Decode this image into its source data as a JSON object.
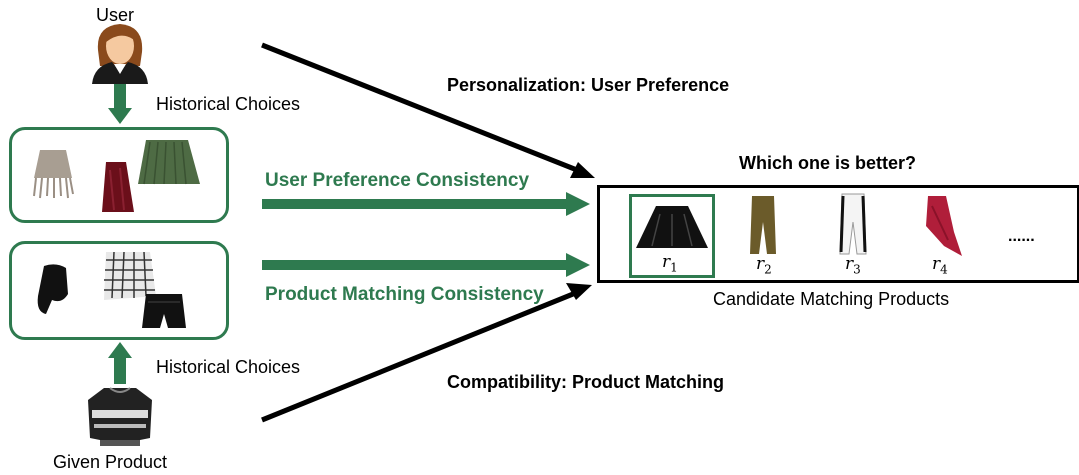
{
  "user_label": "User",
  "given_product_label": "Given Product",
  "historical_choices_top": "Historical Choices",
  "historical_choices_bottom": "Historical Choices",
  "personalization_label": "Personalization: User Preference",
  "compatibility_label": "Compatibility: Product Matching",
  "user_pref_consistency": "User Preference Consistency",
  "product_matching_consistency": "Product Matching Consistency",
  "question": "Which one is better?",
  "candidates_caption": "Candidate Matching Products",
  "candidates": [
    {
      "item": "black-flared-skirt-icon",
      "label_main": "r",
      "label_sub": "1",
      "highlighted": true
    },
    {
      "item": "olive-trousers-icon",
      "label_main": "r",
      "label_sub": "2",
      "highlighted": false
    },
    {
      "item": "white-trousers-icon",
      "label_main": "r",
      "label_sub": "3",
      "highlighted": false
    },
    {
      "item": "red-asymmetric-skirt-icon",
      "label_main": "r",
      "label_sub": "4",
      "highlighted": false
    }
  ],
  "ellipsis": "......",
  "user_history_items": [
    "fringe-skirt-icon",
    "velvet-skirt-icon",
    "pleated-skirt-icon"
  ],
  "product_history_items": [
    "draped-shorts-icon",
    "plaid-skirt-icon",
    "black-shorts-icon"
  ],
  "colors": {
    "green": "#2e7a4f",
    "black": "#000000"
  }
}
